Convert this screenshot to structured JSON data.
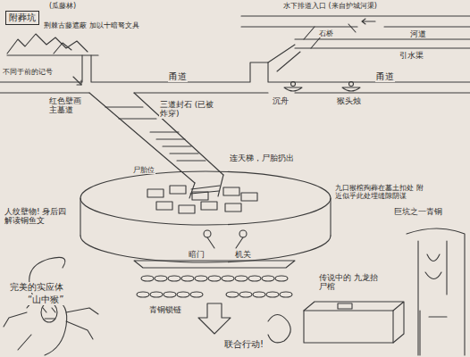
{
  "diagram": {
    "nodes": [
      {
        "text": [
          "附葬坑"
        ]
      }
    ],
    "labels": [
      "(瓜藤林)",
      "荆棘古藤遮蔽 加以十暗弩文具",
      "不同于前的记号",
      "红色壁画 主墓道",
      "甬道",
      "三道封石 (已被炸穿)",
      "甬道",
      "水下排道入口 (来自护城河渠)",
      "河道",
      "石桥",
      "引水渠",
      "沉舟",
      "猴头烛",
      "连天梯，尸胎扔出",
      "尸胎位",
      "九口猴棺殉葬在墓土扣处 附近似乎此处埋缝隙阴谋",
      "人纹壁物! 身后四解读铜鱼文",
      "暗门",
      "机关",
      "青铜锁链",
      "联合行动!",
      "完美的实应体",
      "“山中猴”",
      "传说中的 九龙抬尸棺",
      "巨坑之一青铜"
    ]
  }
}
